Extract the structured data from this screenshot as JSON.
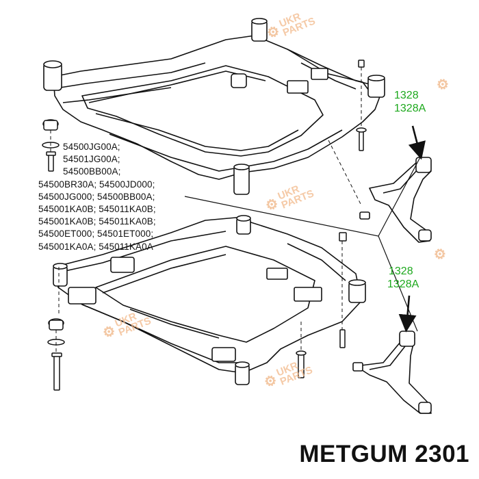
{
  "part_numbers": [
    "54500JG00A;",
    "54501JG00A;",
    "54500BB00A;",
    "54500BR30A; 54500JD000;",
    "54500JG000; 54500BB00A;",
    "545001KA0B; 545011KA0B;",
    "545001KA0B; 545011KA0B;",
    "54500ET000; 54501ET000;",
    "545001KA0A; 545011KA0A"
  ],
  "callouts": {
    "upper": [
      "1328",
      "1328A"
    ],
    "lower": [
      "1328",
      "1328A"
    ]
  },
  "brand_label": "METGUM 2301",
  "watermark": {
    "line1": "UKR",
    "line2": "PARTS",
    "icon": "gear-icon"
  },
  "colors": {
    "callout": "#1ca81c",
    "line": "#111111",
    "watermark": "#f2b98a"
  }
}
